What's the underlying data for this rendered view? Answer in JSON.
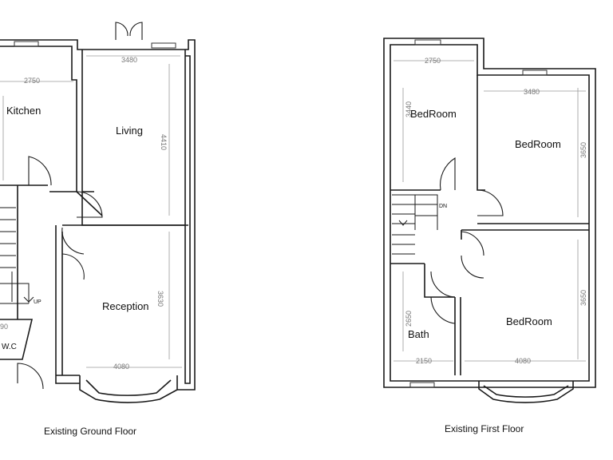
{
  "ground_floor": {
    "caption": "Existing Ground Floor",
    "rooms": {
      "kitchen": "Kitchen",
      "living": "Living",
      "reception": "Reception",
      "wc": "W.C"
    },
    "dimensions": {
      "kitchen_width": "2750",
      "living_width": "3480",
      "living_depth": "4410",
      "reception_width": "4080",
      "reception_depth": "3630",
      "wc_width": "90"
    },
    "stair_label": "UP"
  },
  "first_floor": {
    "caption": "Existing First Floor",
    "rooms": {
      "bedroom_rear_left": "BedRoom",
      "bedroom_rear_right": "BedRoom",
      "bedroom_front": "BedRoom",
      "bath": "Bath"
    },
    "dimensions": {
      "bedroom_left_width": "2750",
      "bedroom_left_depth": "3440",
      "bedroom_right_width": "3480",
      "bedroom_right_depth": "3650",
      "bedroom_front_width": "4080",
      "bedroom_front_depth": "3650",
      "bath_width": "2150",
      "bath_depth": "2650"
    },
    "stair_label": "DN"
  }
}
